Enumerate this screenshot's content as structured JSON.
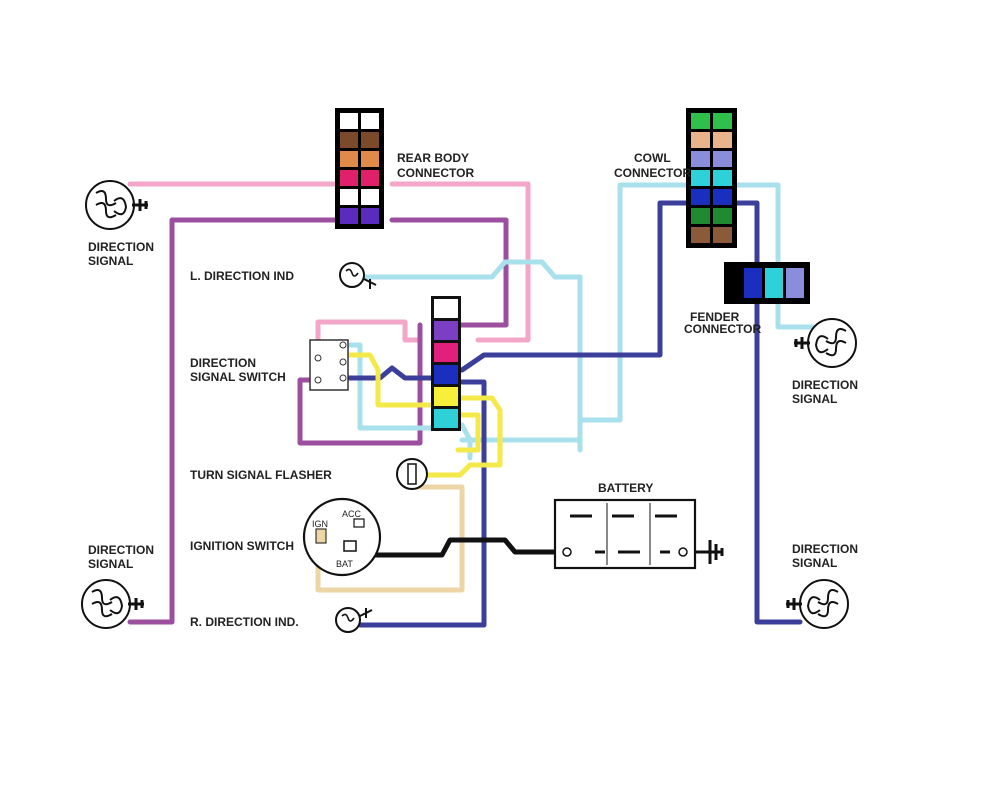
{
  "labels": {
    "rear_body_connector": [
      "REAR BODY",
      "CONNECTOR"
    ],
    "cowl_connector": [
      "COWL",
      "CONNECTOR"
    ],
    "fender_connector": [
      "FENDER",
      "CONNECTOR"
    ],
    "direction_signal": [
      "DIRECTION",
      "SIGNAL"
    ],
    "l_direction_ind": "L. DIRECTION IND",
    "r_direction_ind": "R. DIRECTION IND.",
    "direction_signal_switch": [
      "DIRECTION",
      "SIGNAL SWITCH"
    ],
    "turn_signal_flasher": "TURN SIGNAL FLASHER",
    "ignition_switch": "IGNITION SWITCH",
    "battery": "BATTERY",
    "ign_terminals": {
      "acc": "ACC",
      "ign": "IGN",
      "bat": "BAT"
    }
  },
  "colors": {
    "pink": "#f4a6c9",
    "purple": "#9b4f9e",
    "light_blue": "#a8e0ec",
    "dark_blue": "#3b3f9a",
    "yellow": "#f3ea4a",
    "tan": "#ecd6a6",
    "black": "#111111"
  },
  "connectors": {
    "rear_body": [
      "#ffffff",
      "#7a4a2b",
      "#e08a4a",
      "#e0206a",
      "#ffffff",
      "#5a2bbd"
    ],
    "cowl": [
      "#2ec04a",
      "#e8b48c",
      "#8a8cdc",
      "#2ed1d8",
      "#1a2fc0",
      "#1f8a2f",
      "#8a5a3a"
    ],
    "fender": [
      "#1a2fc0",
      "#2ed1d8",
      "#8a8cdc"
    ],
    "switch_column": [
      "#ffffff",
      "#7a3fc2",
      "#e0207a",
      "#1a2fc0",
      "#f7ef3a",
      "#2ed1d8"
    ]
  }
}
